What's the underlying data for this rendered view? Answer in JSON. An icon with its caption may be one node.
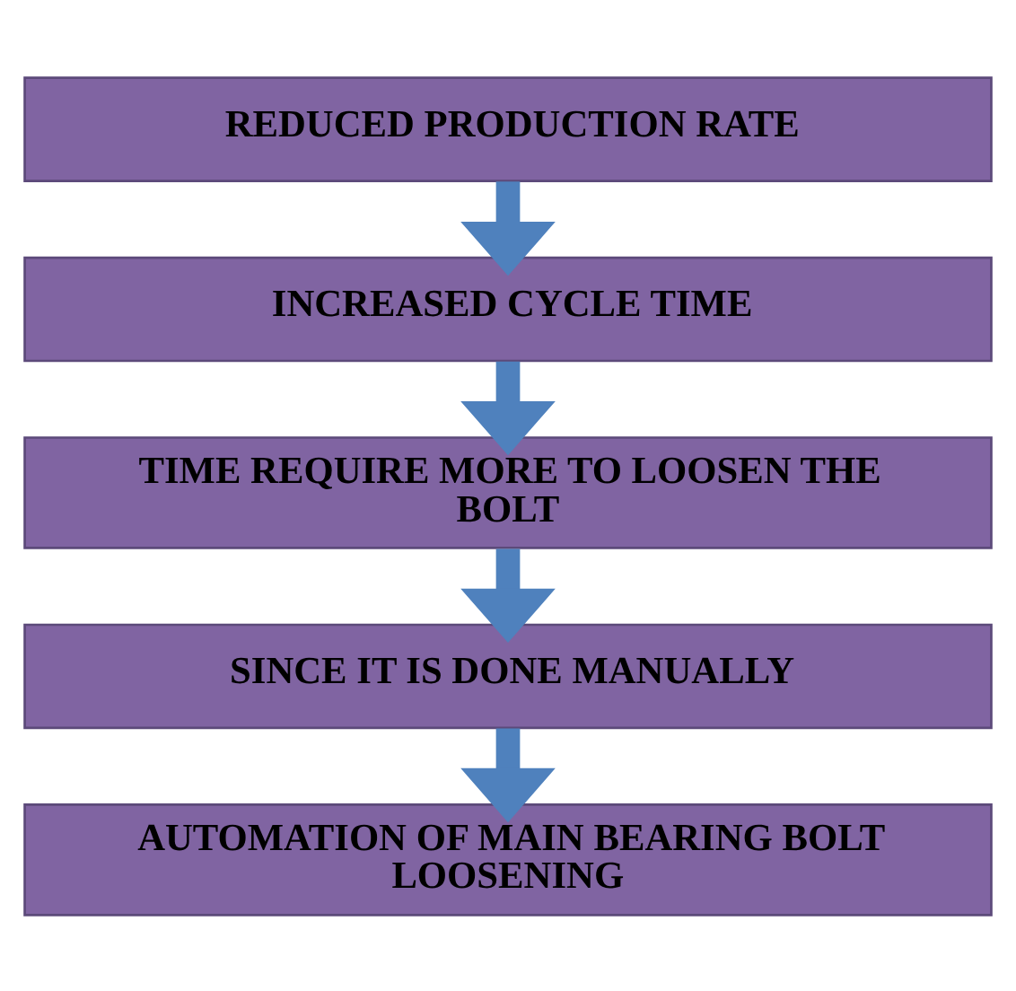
{
  "diagram": {
    "nodes": [
      {
        "text": [
          "REDUCED PRODUCTION RATE"
        ]
      },
      {
        "text": [
          "INCREASED CYCLE TIME"
        ]
      },
      {
        "text": [
          "TIME REQUIRE MORE TO LOOSEN THE BOLT"
        ]
      },
      {
        "text": [
          "SINCE IT IS DONE MANUALLY"
        ]
      },
      {
        "text": [
          "AUTOMATION OF MAIN BEARING BOLT LOOSENING"
        ]
      }
    ],
    "edges": [
      {
        "from": 0,
        "to": 1,
        "arrow": "to"
      },
      {
        "from": 1,
        "to": 2,
        "arrow": "to"
      },
      {
        "from": 2,
        "to": 3,
        "arrow": "to"
      },
      {
        "from": 3,
        "to": 4,
        "arrow": "to"
      }
    ]
  }
}
